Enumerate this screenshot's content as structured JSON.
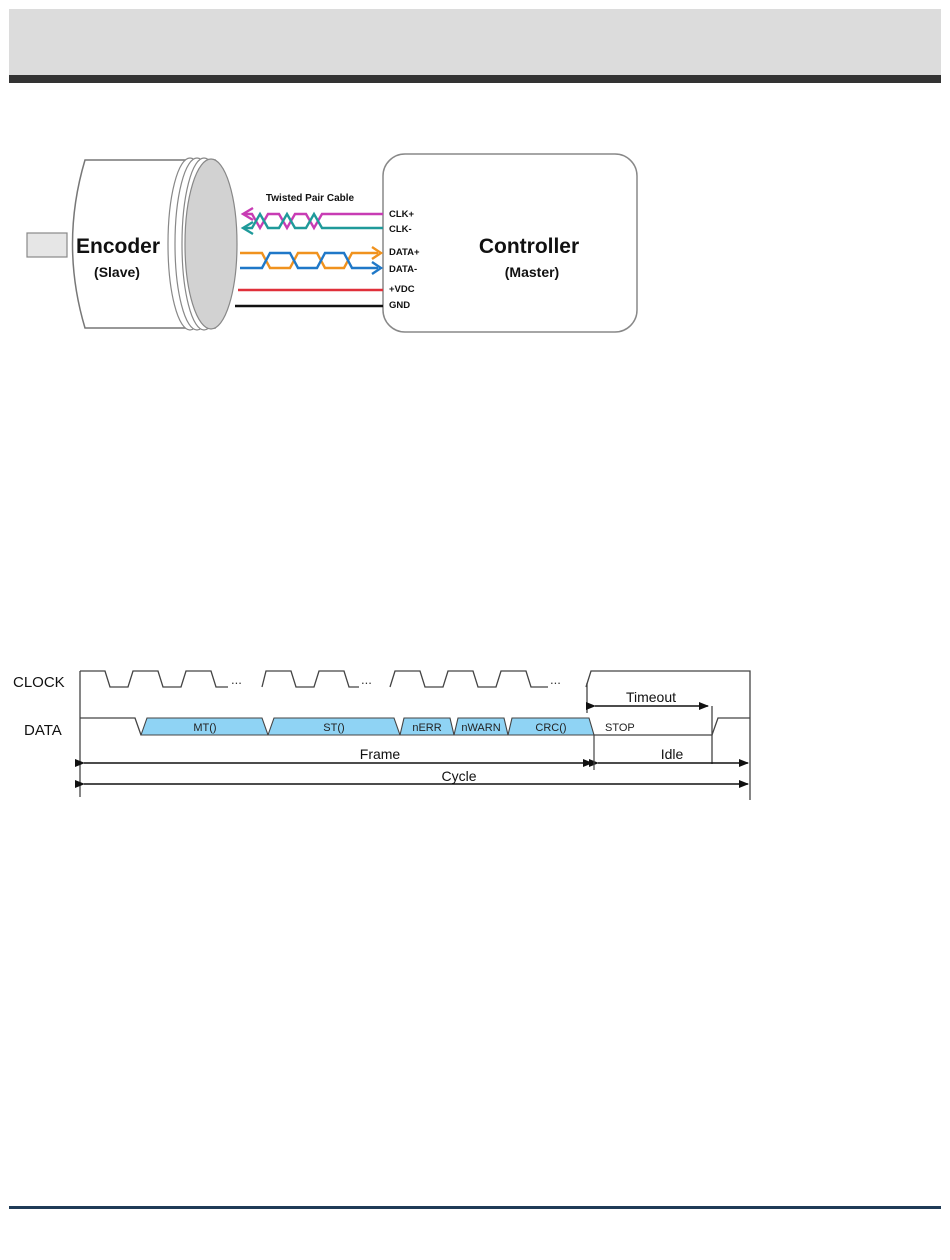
{
  "wiring_diagram": {
    "encoder": {
      "title": "Encoder",
      "subtitle": "(Slave)"
    },
    "controller": {
      "title": "Controller",
      "subtitle": "(Master)"
    },
    "cable_label": "Twisted Pair Cable",
    "signals": [
      {
        "label": "CLK+",
        "color": "#c83cb4"
      },
      {
        "label": "CLK-",
        "color": "#1f9a9a"
      },
      {
        "label": "DATA+",
        "color": "#f0921e"
      },
      {
        "label": "DATA-",
        "color": "#1f78c8"
      },
      {
        "label": "+VDC",
        "color": "#e0303a"
      },
      {
        "label": "GND",
        "color": "#111111"
      }
    ]
  },
  "timing_diagram": {
    "clock_label": "CLOCK",
    "data_label": "DATA",
    "ellipsis": "...",
    "fields": [
      "MT()",
      "ST()",
      "nERR",
      "nWARN",
      "CRC()"
    ],
    "field_color": "#8fd3f4",
    "stop_label": "STOP",
    "timeout_label": "Timeout",
    "frame_label": "Frame",
    "idle_label": "Idle",
    "cycle_label": "Cycle"
  }
}
